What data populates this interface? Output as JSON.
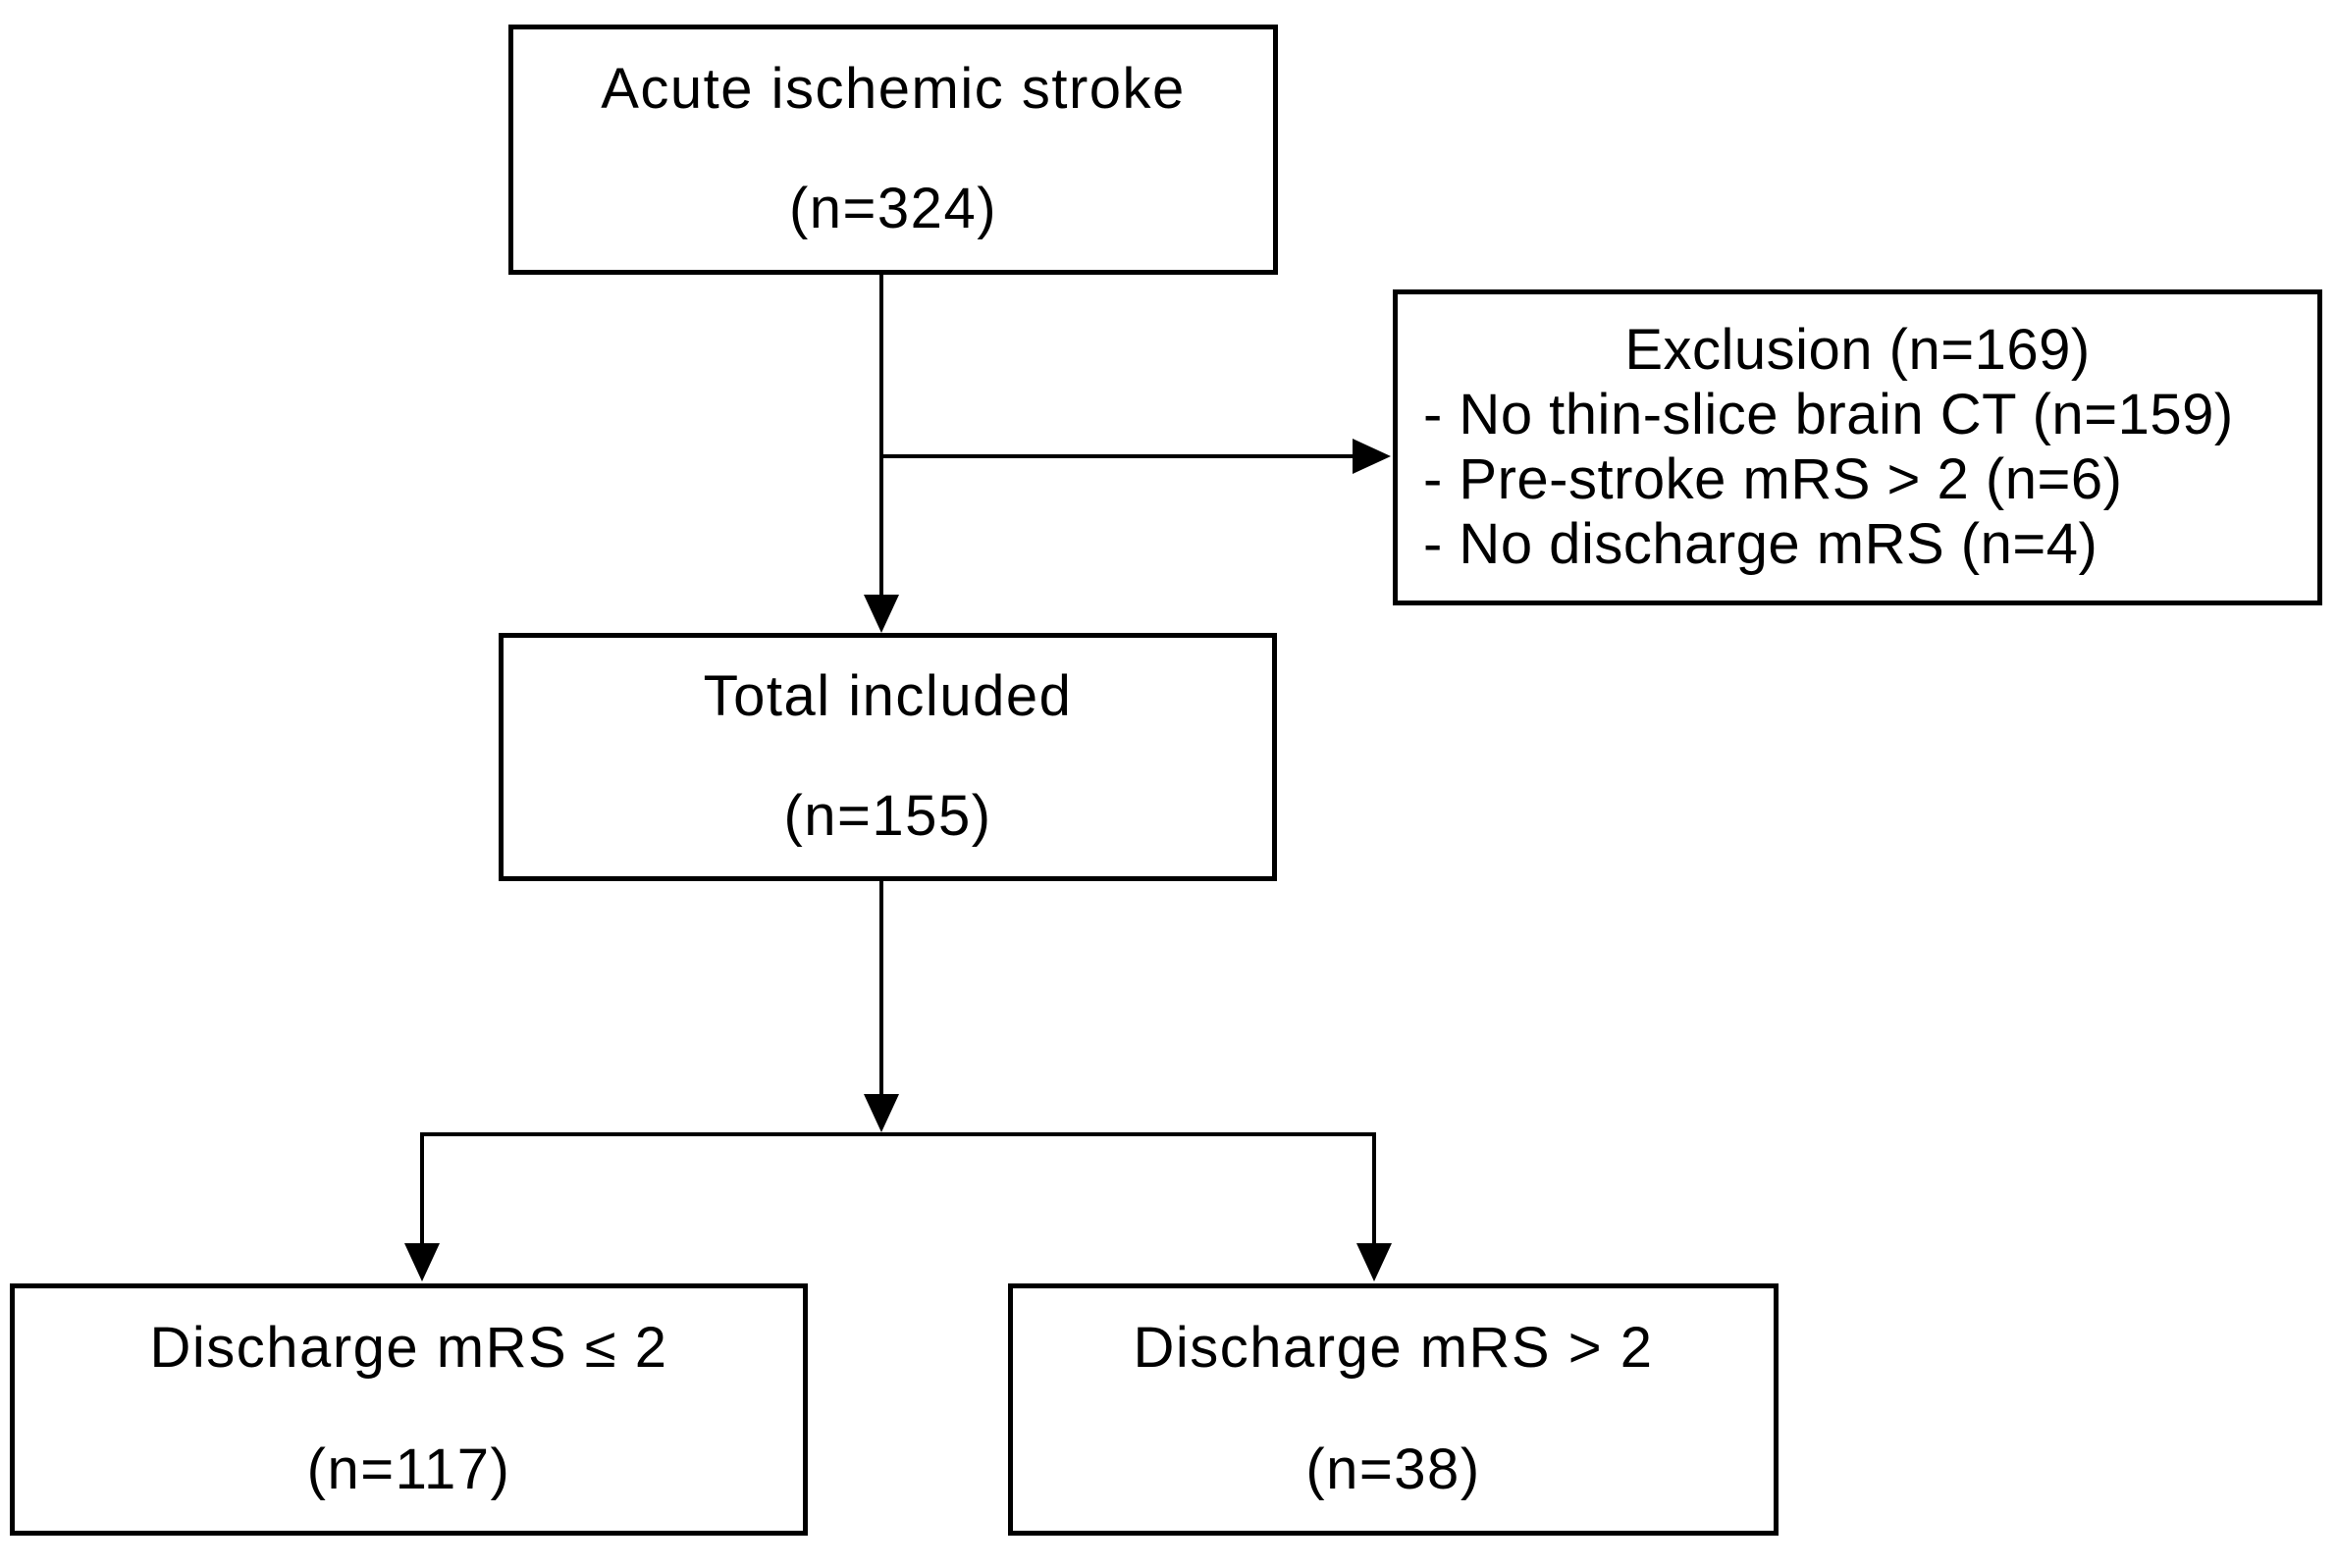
{
  "diagram": {
    "type": "flowchart",
    "boxes": {
      "acute": {
        "title": "Acute ischemic stroke",
        "count": "(n=324)"
      },
      "exclusion": {
        "title": "Exclusion (n=169)",
        "items": [
          "- No thin-slice brain CT (n=159)",
          "- Pre-stroke mRS > 2 (n=6)",
          "- No discharge mRS (n=4)"
        ]
      },
      "total": {
        "title": "Total included",
        "count": "(n=155)"
      },
      "mrs_le2": {
        "title": "Discharge mRS ≤ 2",
        "count": "(n=117)"
      },
      "mrs_gt2": {
        "title": "Discharge mRS > 2",
        "count": "(n=38)"
      }
    },
    "colors": {
      "background": "#ffffff",
      "box_border": "#000000",
      "text": "#000000",
      "connector": "#000000"
    }
  }
}
